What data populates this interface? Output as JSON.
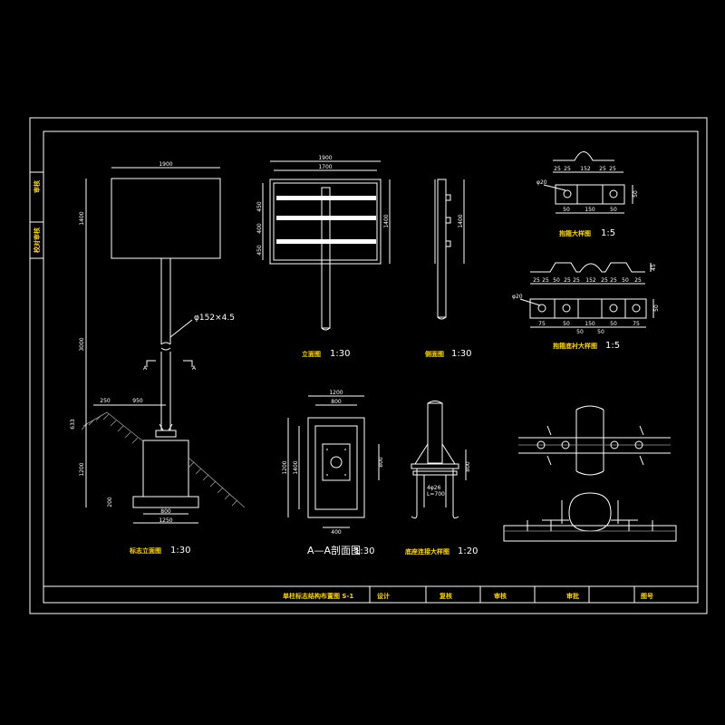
{
  "colors": {
    "background": "#000000",
    "line": "#ffffff",
    "hatch": "#9a9a9a",
    "accent": "#ffd800"
  },
  "side_label_top": "审核",
  "side_label_bottom": "校对审核",
  "view1": {
    "dim_width": "1900",
    "dim_sign_h": "1400",
    "dim_post_h": "3000",
    "dim_embed": "1200",
    "dim_base": "200",
    "dim_slope": "633",
    "dim_offset1": "250",
    "dim_offset2": "950",
    "dim_found_inner": "800",
    "dim_found_outer": "1250",
    "pipe_label": "φ152×4.5",
    "section_mark": "A",
    "title": "标志立面图",
    "scale": "1:30"
  },
  "view2": {
    "dim_outer": "1900",
    "dim_inner": "1700",
    "dim_height": "1400",
    "dim_gap1": "450",
    "dim_gap2": "400",
    "dim_gap3": "450",
    "title": "立面图",
    "scale": "1:30"
  },
  "view3": {
    "dim_height": "1400",
    "title": "侧面图",
    "scale": "1:30"
  },
  "view4": {
    "dim_top1": "1200",
    "dim_top2": "800",
    "dim_left1": "1200",
    "dim_left2": "1400",
    "dim_right": "800",
    "dim_bottom": "400",
    "title": "A—A剖面图",
    "scale": "1:30"
  },
  "view5": {
    "dim_bolt": "4φ26",
    "dim_len": "L=700",
    "dim_h": "800",
    "title": "底座连接大样图",
    "scale": "1:20"
  },
  "clamp1": {
    "dims_top": [
      "25",
      "25",
      "152",
      "25",
      "25"
    ],
    "dims_bottom": [
      "50",
      "150",
      "50"
    ],
    "dim_side": "50",
    "dim_hole": "φ20",
    "title": "抱箍大样图",
    "scale": "1:5"
  },
  "clamp2": {
    "dims_top": [
      "25",
      "25",
      "50",
      "25",
      "25",
      "152",
      "25",
      "25",
      "50",
      "25"
    ],
    "dims_bottom": [
      "75",
      "50",
      "50",
      "150",
      "50",
      "50",
      "75"
    ],
    "dim_side": "50",
    "dim_top_h": "45",
    "dim_hole": "φ20",
    "title": "抱箍底衬大样图",
    "scale": "1:5"
  },
  "title_block": {
    "drawing_title": "单柱标志结构布置图 S-1",
    "cells": [
      "设计",
      "复核",
      "审核",
      "审批",
      "图号"
    ]
  }
}
